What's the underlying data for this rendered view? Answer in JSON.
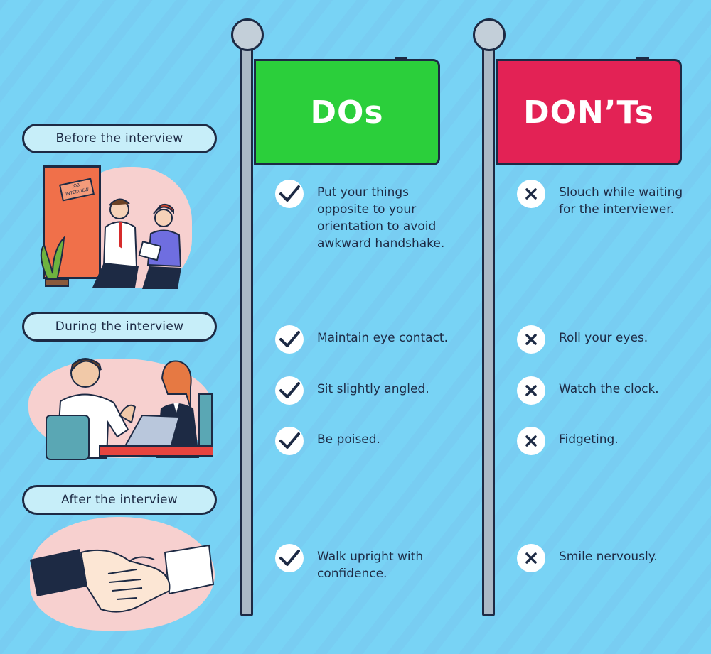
{
  "stages": {
    "before": "Before the interview",
    "during": "During the interview",
    "after": "After the interview"
  },
  "door_sign": [
    "JOB",
    "INTERVIEW"
  ],
  "dos": {
    "title": "DOs",
    "color": "#2bcf3b",
    "items": [
      "Put your things opposite to your orientation to avoid awkward handshake.",
      "Maintain eye contact.",
      "Sit slightly angled.",
      "Be poised.",
      "Walk upright with confidence."
    ]
  },
  "donts": {
    "title": "DON’Ts",
    "color": "#e32255",
    "items": [
      "Slouch while waiting for the interviewer.",
      "Roll your eyes.",
      "Watch the clock.",
      "Fidgeting.",
      "Smile nervously."
    ]
  },
  "icons": {
    "do": "check-icon",
    "dont": "cross-icon"
  },
  "colors": {
    "background": "#78d3f5",
    "ink": "#1d2a44",
    "pill": "#c7eef9",
    "blob": "#f7d0cf"
  }
}
